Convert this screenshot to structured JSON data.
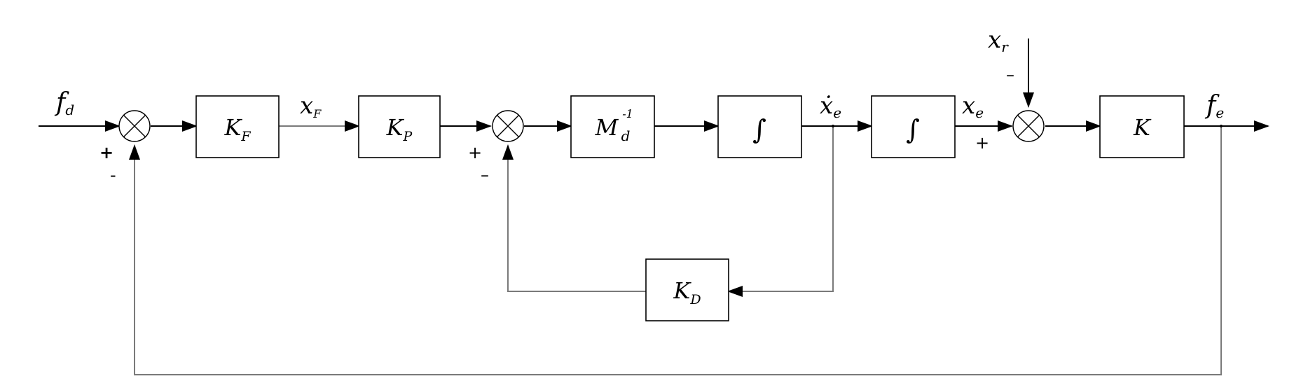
{
  "signals": {
    "fd": {
      "main": "f",
      "sub": "d"
    },
    "xF": {
      "main": "x",
      "sub": "F"
    },
    "xe_dot": {
      "main": "ẋ",
      "sub": "e"
    },
    "xe": {
      "main": "x",
      "sub": "e"
    },
    "xr": {
      "main": "x",
      "sub": "r"
    },
    "fe": {
      "main": "f",
      "sub": "e"
    }
  },
  "blocks": {
    "KF": {
      "main": "K",
      "sub": "F"
    },
    "KP": {
      "main": "K",
      "sub": "P"
    },
    "Md": {
      "main": "M",
      "sub": "d",
      "sup": "-1"
    },
    "int1": {
      "symbol": "∫"
    },
    "int2": {
      "symbol": "∫"
    },
    "K": {
      "main": "K"
    },
    "KD": {
      "main": "K",
      "sub": "D"
    }
  },
  "signs": {
    "sum1_plus": "+",
    "sum1_minus": "-",
    "sum2_plus": "+",
    "sum2_minus": "–",
    "sum3_plus": "+",
    "sum3_minus": "–"
  }
}
